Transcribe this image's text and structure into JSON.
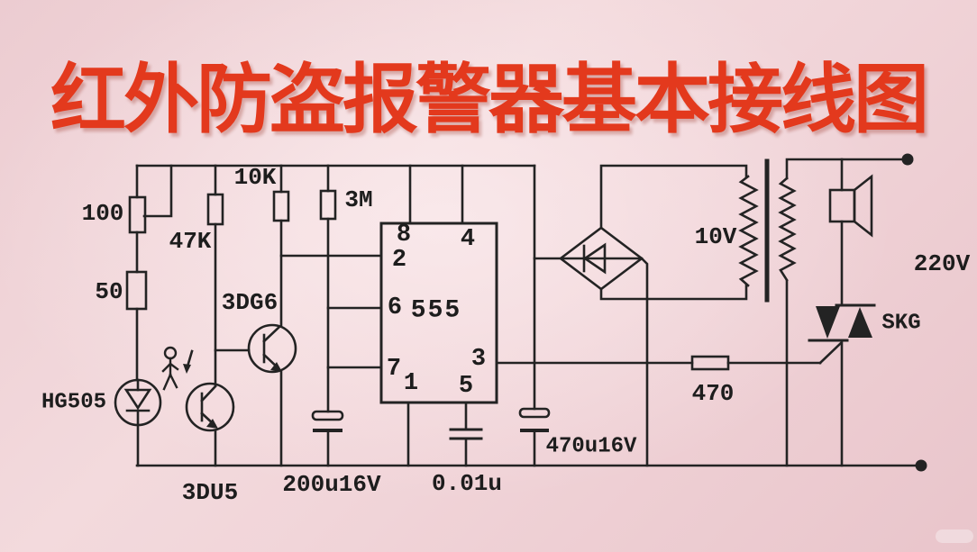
{
  "title": "红外防盗报警器基本接线图",
  "colors": {
    "background": "#f1d5d9",
    "line": "#232323",
    "title_red": "#e3391d",
    "label_ink": "#1d1d1d"
  },
  "labels": {
    "r100": "100",
    "r50": "50",
    "r47k": "47K",
    "r10k": "10K",
    "r3m": "3M",
    "ir_emitter": "HG505",
    "phototransistor": "3DU5",
    "transistor": "3DG6",
    "timer_ic": "555",
    "pin1": "1",
    "pin2": "2",
    "pin3": "3",
    "pin4": "4",
    "pin5": "5",
    "pin6": "6",
    "pin7": "7",
    "pin8": "8",
    "cap_200": "200u16V",
    "cap_001": "0.01u",
    "cap_470": "470u16V",
    "r470": "470",
    "winding_10v": "10V",
    "mains_voltage": "220V",
    "triac": "SKG"
  }
}
